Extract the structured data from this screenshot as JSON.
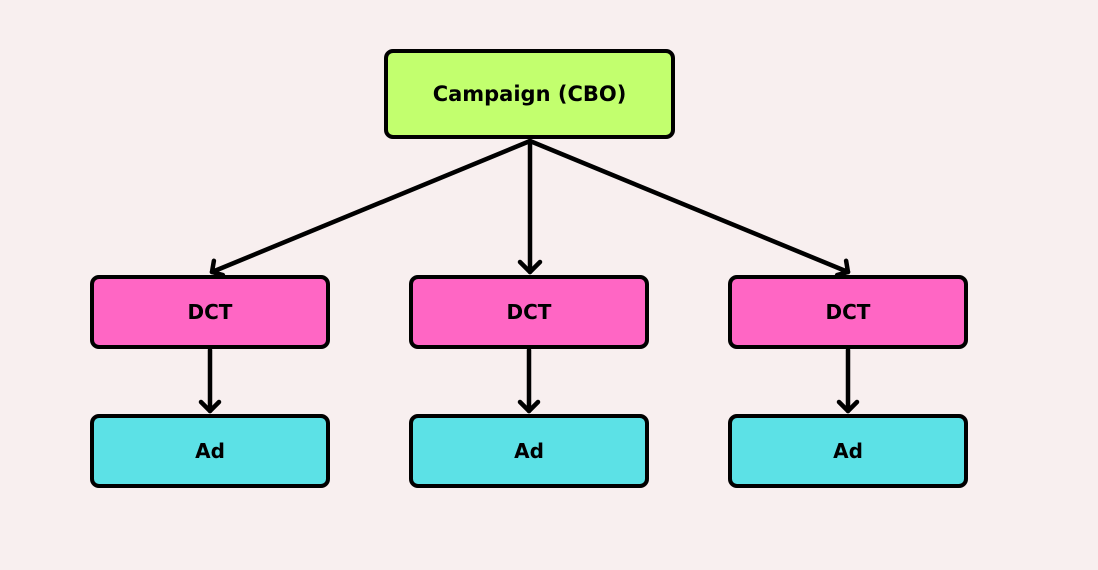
{
  "colors": {
    "background": "#f8efef",
    "campaign_fill": "#c2ff6e",
    "dct_fill": "#ff66c4",
    "ad_fill": "#5ce1e6",
    "stroke": "#000000"
  },
  "diagram": {
    "root": {
      "label": "Campaign (CBO)"
    },
    "branches": [
      {
        "dct": {
          "label": "DCT"
        },
        "ad": {
          "label": "Ad"
        }
      },
      {
        "dct": {
          "label": "DCT"
        },
        "ad": {
          "label": "Ad"
        }
      },
      {
        "dct": {
          "label": "DCT"
        },
        "ad": {
          "label": "Ad"
        }
      }
    ],
    "edges": [
      {
        "from": "campaign",
        "to": "dct-1"
      },
      {
        "from": "campaign",
        "to": "dct-2"
      },
      {
        "from": "campaign",
        "to": "dct-3"
      },
      {
        "from": "dct-1",
        "to": "ad-1"
      },
      {
        "from": "dct-2",
        "to": "ad-2"
      },
      {
        "from": "dct-3",
        "to": "ad-3"
      }
    ]
  }
}
